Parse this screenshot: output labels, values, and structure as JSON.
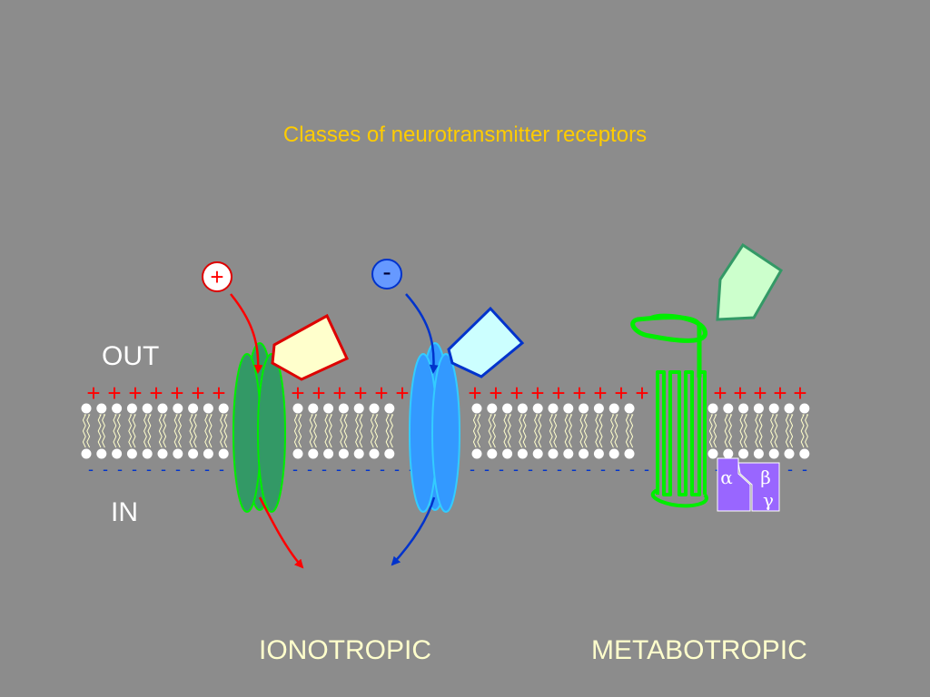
{
  "slide": {
    "title": "Classes of neurotransmitter receptors",
    "label_out": "OUT",
    "label_in": "IN",
    "label_ionotropic": "IONOTROPIC",
    "label_metabotropic": "METABOTROPIC"
  },
  "ions": {
    "cation_symbol": "+",
    "anion_symbol": "-"
  },
  "membrane": {
    "outer_charge_symbol": "+",
    "inner_charge_symbol": "-"
  },
  "g_protein": {
    "alpha": "α",
    "beta": "β",
    "gamma": "γ"
  },
  "colors": {
    "background": "#8c8c8c",
    "title": "#ffcc00",
    "plus_charge": "#ff0000",
    "minus_charge": "#0033cc",
    "excitatory_channel": "#339966",
    "inhibitory_channel": "#3399ff",
    "metabotropic_receptor": "#00ee00",
    "g_protein": "#9966ff"
  }
}
